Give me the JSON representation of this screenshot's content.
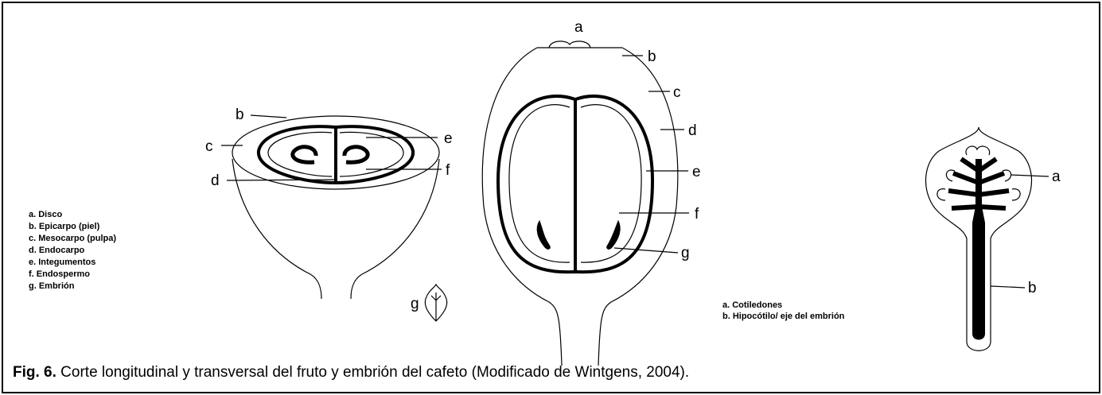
{
  "caption": {
    "prefix": "Fig. 6.",
    "text": " Corte longitudinal y transversal del fruto y embrión del cafeto (Modificado de Wintgens, 2004)."
  },
  "fruit_legend": [
    "a. Disco",
    "b. Epicarpo (piel)",
    "c. Mesocarpo (pulpa)",
    "d. Endocarpo",
    "e. Integumentos",
    "f. Endospermo",
    "g. Embrión"
  ],
  "embryo_legend": [
    "a. Cotiledones",
    "b. Hipocótilo/ eje del embrión"
  ],
  "transversal_labels": {
    "b": "b",
    "c": "c",
    "d": "d",
    "e": "e",
    "f": "f",
    "g": "g"
  },
  "longitudinal_labels": {
    "a": "a",
    "b": "b",
    "c": "c",
    "d": "d",
    "e": "e",
    "f": "f",
    "g": "g"
  },
  "embryo_labels": {
    "a": "a",
    "b": "b"
  }
}
